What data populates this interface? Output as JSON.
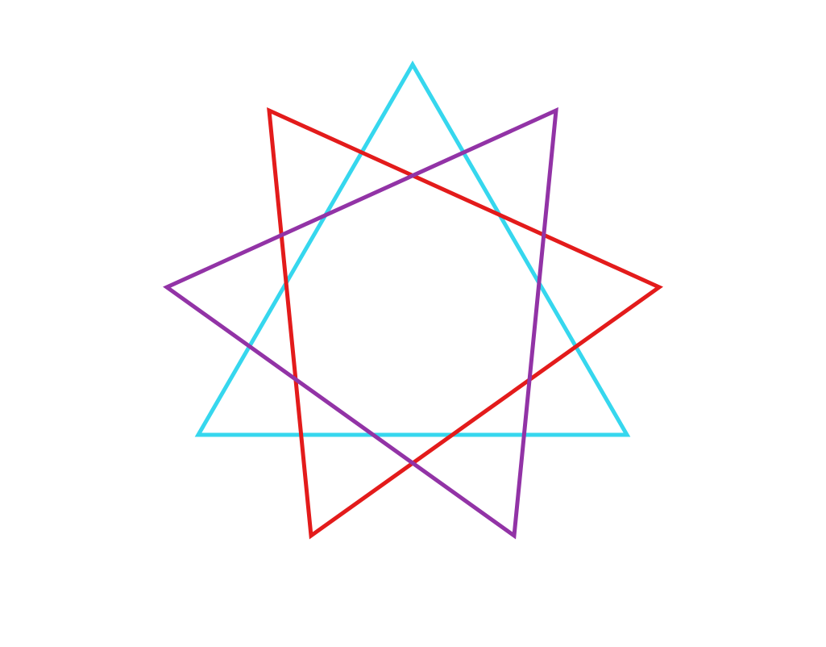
{
  "diagram": {
    "type": "overlapping-triangles",
    "shapes": [
      {
        "kind": "triangle",
        "color": "#36d7ee"
      },
      {
        "kind": "triangle",
        "color": "#e31b1b"
      },
      {
        "kind": "triangle",
        "color": "#9233a6"
      }
    ]
  }
}
